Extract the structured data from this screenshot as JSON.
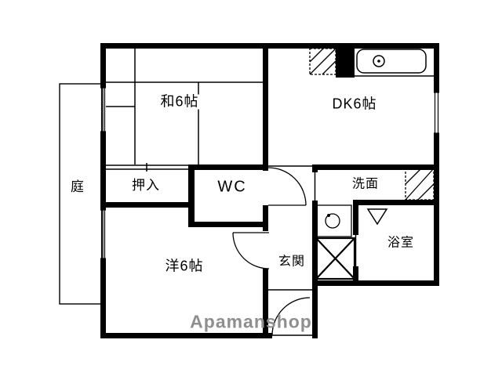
{
  "title": "apartment-floorplan",
  "watermark": "Apamanshop",
  "rooms": {
    "japanese_room": "和6帖",
    "dining_kitchen": "DK6帖",
    "garden": "庭",
    "closet": "押入",
    "toilet": "WC",
    "washroom": "洗面",
    "bathroom": "浴室",
    "entrance": "玄関",
    "western_room": "洋6帖"
  },
  "icons": [
    "kitchen-sink-icon",
    "faucet-icon",
    "refrigerator-space-icon",
    "washing-machine-space-icon",
    "washbasin-icon",
    "washer-pan-x-icon",
    "bath-marker-icon",
    "door-swing-arc-icon",
    "window-icon"
  ],
  "colors": {
    "wall": "#000000",
    "line": "#000000",
    "watermark": "#8f8f8f",
    "background": "#ffffff"
  }
}
